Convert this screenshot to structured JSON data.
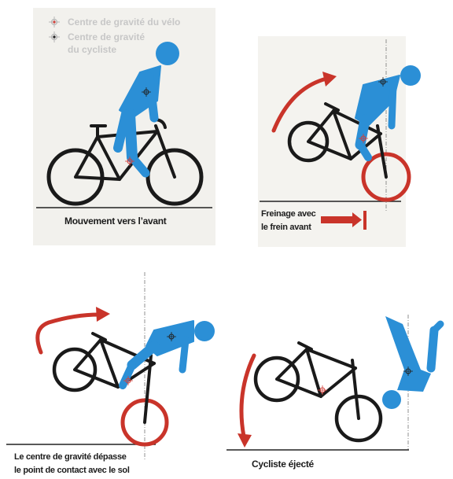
{
  "legend": {
    "bike_cog": "Centre de gravité du vélo",
    "cyclist_cog_line1": "Centre de gravité",
    "cyclist_cog_line2": "du cycliste"
  },
  "captions": {
    "forward": "Mouvement vers l’avant",
    "braking_line1": "Freinage avec",
    "braking_line2": "le frein avant",
    "cog_line1": "Le centre de gravité dépasse",
    "cog_line2": "le point de contact avec le sol",
    "ejected": "Cycliste éjecté"
  },
  "colors": {
    "cyclist": "#2b8fd6",
    "arrow": "#c9342a",
    "wheel_highlight": "#c9342a",
    "frame": "#1a1a1a",
    "panel_bg": "#f2f1ed"
  }
}
